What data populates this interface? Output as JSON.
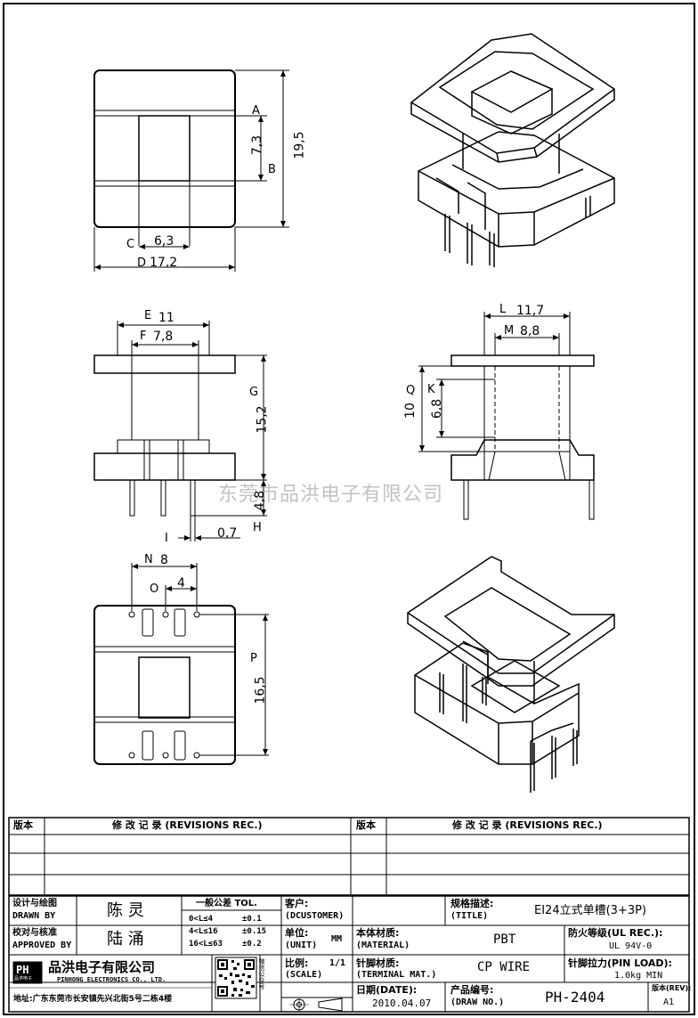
{
  "watermark": "东莞市品洪电子有限公司",
  "dims": {
    "A": "A",
    "B": "B",
    "C": "C",
    "D": "D",
    "E": "E",
    "F": "F",
    "G": "G",
    "H": "H",
    "I": "I",
    "K": "K",
    "L": "L",
    "M": "M",
    "N": "N",
    "O": "O",
    "P": "P",
    "Q": "Q",
    "v7_3": "7,3",
    "v19_5": "19,5",
    "v6_3": "6,3",
    "v17_2": "17,2",
    "v11": "11",
    "v7_8": "7,8",
    "v15_2": "15,2",
    "v4_8": "4,8",
    "v0_7": "0,7",
    "v11_7": "11,7",
    "v8_8": "8,8",
    "v10": "10",
    "v6_8": "6,8",
    "v8": "8",
    "v4": "4",
    "v16_5": "16,5"
  },
  "revisions": {
    "version_label": "版本",
    "record_label": "修 改 记 录 (REVISIONS REC.)"
  },
  "title_block": {
    "designer_cn": "设计与绘图",
    "designer_en": "DRAWN BY",
    "designer_name": "陈 灵",
    "approver_cn": "校对与核准",
    "approver_en": "APPROVED BY",
    "approver_name": "陆 涌",
    "tol_title": "一般公差 TOL.",
    "tol_rows": [
      {
        "range": "0<L≤4",
        "tol": "±0.1"
      },
      {
        "range": "4<L≤16",
        "tol": "±0.15"
      },
      {
        "range": "16<L≤63",
        "tol": "±0.2"
      }
    ],
    "customer_cn": "客户:",
    "customer_en": "(DCUSTOMER)",
    "unit_cn": "单位:",
    "unit_en": "(UNIT)",
    "unit_value": "MM",
    "scale_cn": "比例:",
    "scale_en": "(SCALE)",
    "scale_value": "1/1",
    "spec_cn": "规格描述:",
    "spec_en": "(TITLE)",
    "spec_value": "EI24立式单槽(3+3P)",
    "material_cn": "本体材质:",
    "material_en": "(MATERIAL)",
    "material_value": "PBT",
    "fire_cn": "防火等级(UL REC.):",
    "fire_value": "UL 94V-0",
    "terminal_cn": "针脚材质:",
    "terminal_en": "(TERMINAL MAT.)",
    "terminal_value": "CP WIRE",
    "pinload_cn": "针脚拉力(PIN LOAD):",
    "pinload_value": "1.0kg MIN",
    "date_cn": "日期(DATE):",
    "date_value": "2010.04.07",
    "drawno_cn": "产品编号:",
    "drawno_en": "(DRAW NO.)",
    "drawno_value": "PH-2404",
    "version_cn": "版本(REV):",
    "version_value": "A1",
    "company_cn": "品洪电子有限公司",
    "company_en": "PINHONG ELECTRONICS CO., LTD.",
    "logo_text": "PH",
    "logo_sub": "品洪电子",
    "address": "地址:广东东莞市长安镇先兴北街5号二栋4楼",
    "qr_side_text": "微信公众号"
  }
}
